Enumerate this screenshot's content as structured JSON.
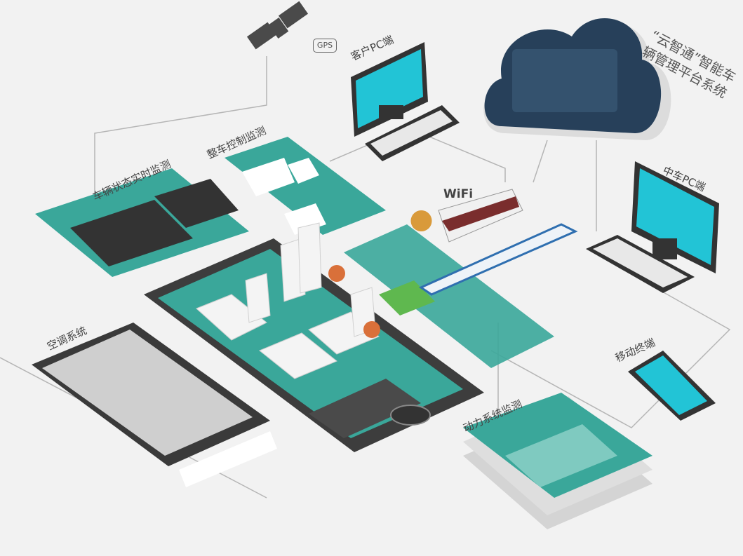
{
  "gps_label": "GPS",
  "wifi_label": "WiFi",
  "platform_title_line1": "“云智通”智能车",
  "platform_title_line2": "辆管理平台系统",
  "labels": {
    "client_pc": "客户PC端",
    "crrc_pc": "中车PC端",
    "vehicle_control": "整车控制监测",
    "vehicle_status": "车辆状态实时监测",
    "air_conditioning": "空调系统",
    "mobile_terminal": "移动终端",
    "power_system": "动力系统监测"
  },
  "colors": {
    "teal": "#3aa79a",
    "screen_cyan": "#22c4d6",
    "dark": "#3a3a3a",
    "cloud_navy": "#27405a",
    "orange": "#d9703a"
  }
}
